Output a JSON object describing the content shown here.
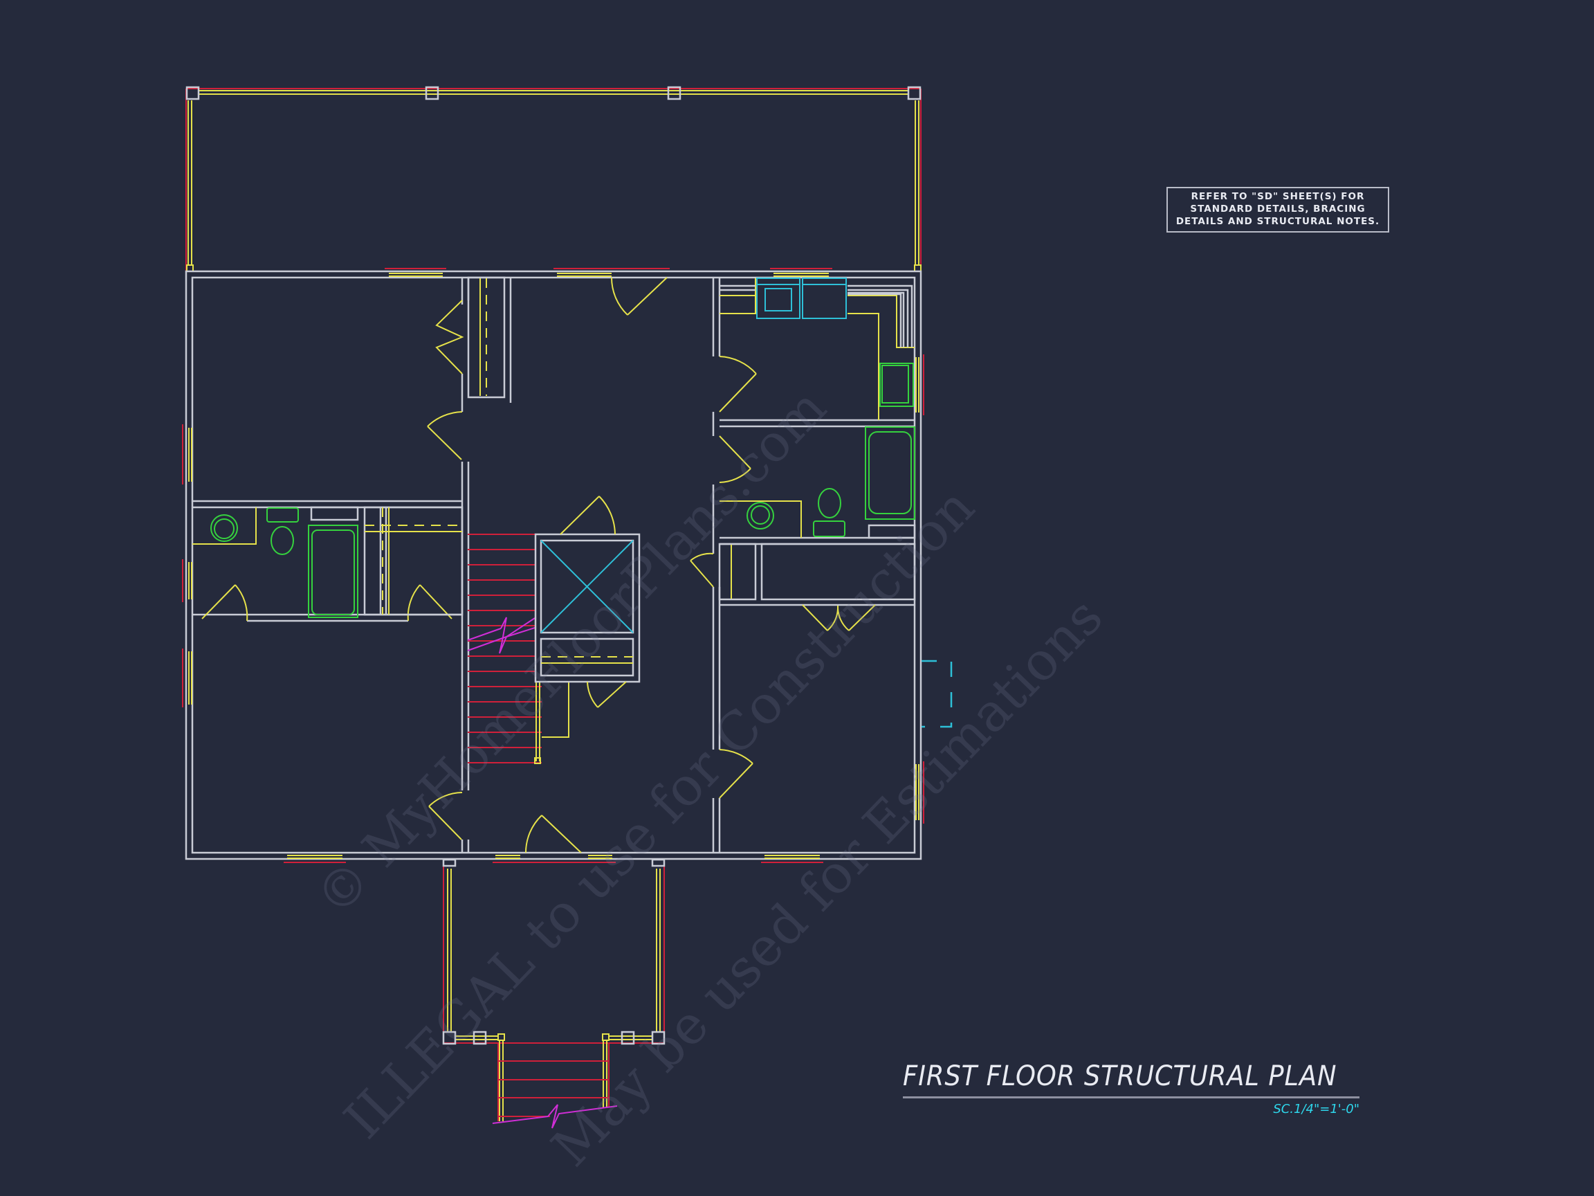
{
  "drawing": {
    "background_color": "#252a3c",
    "title": "FIRST FLOOR STRUCTURAL PLAN",
    "scale": "SC.1/4\"=1'-0\"",
    "note": {
      "line1": "REFER TO \"SD\"  SHEET(S) FOR",
      "line2": "STANDARD DETAILS, BRACING",
      "line3": "DETAILS AND STRUCTURAL NOTES."
    },
    "watermarks": [
      "© MyHomeFloorPlans.com",
      "ILLEGAL to use for Construction",
      "May be used for Estimations"
    ],
    "colors": {
      "walls": "#c9ccd6",
      "doors_windows": "#e6e24a",
      "headers": "#d0203a",
      "fixtures": "#35d23e",
      "appliances": "#2ec0d8",
      "break_lines": "#d02ed6",
      "scale_text": "#2ed7ec"
    }
  }
}
